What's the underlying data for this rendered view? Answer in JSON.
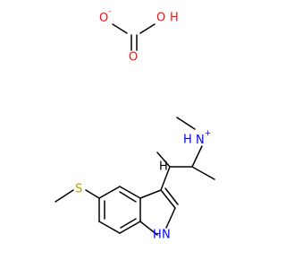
{
  "colors": {
    "oxygen": "#ff0d0d",
    "nitrogen": "#0000ff",
    "sulfur": "#b2a100",
    "carbon": "#000000"
  },
  "labels": {
    "o_anion": "O",
    "o_anion_charge": "-",
    "o_hydroxyl": "O",
    "h_hydroxyl": "H",
    "o_carbonyl": "O",
    "ammonium_n": "N",
    "ammonium_h": "H",
    "ammonium_charge": "+",
    "ring_h": "H",
    "sulfur": "S",
    "indole_n": "N",
    "indole_h": "H"
  }
}
